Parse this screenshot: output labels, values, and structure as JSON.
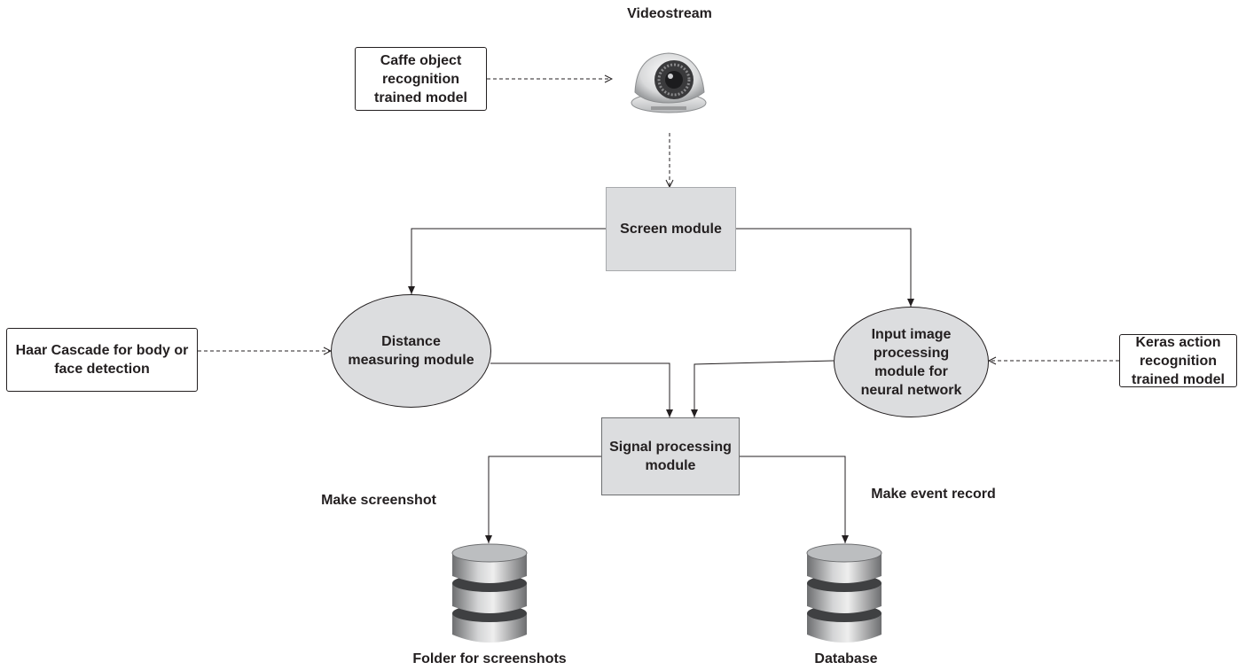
{
  "header": {
    "videostream_label": "Videostream"
  },
  "inputs": {
    "caffe_model": "Caffe object\nrecognition\ntrained model",
    "haar_cascade": "Haar Cascade for body or\nface detection",
    "keras_model": "Keras  action\nrecognition\ntrained model"
  },
  "modules": {
    "screen": "Screen module",
    "distance": "Distance\nmeasuring module",
    "input_image": "Input image\nprocessing\nmodule for\nneural network",
    "signal": "Signal processing\nmodule"
  },
  "actions": {
    "make_screenshot": "Make screenshot",
    "make_event_record": "Make event record"
  },
  "storage": {
    "folder": "Folder for screenshots",
    "database": "Database"
  },
  "icons": [
    "camera-icon",
    "database-icon"
  ],
  "colors": {
    "module_fill": "#dcdddf",
    "line": "#231f20"
  }
}
